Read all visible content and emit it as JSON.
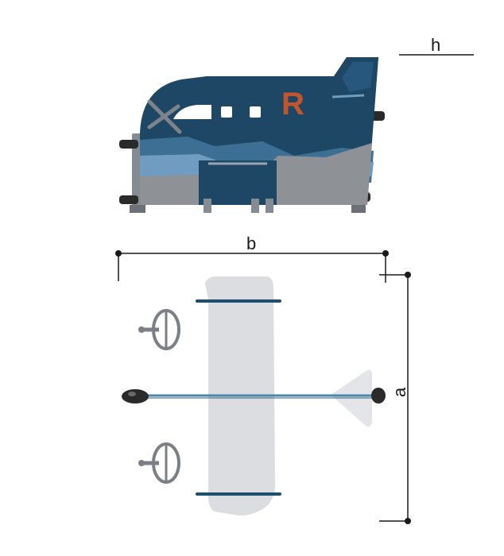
{
  "dimensions": {
    "height_label": "h",
    "width_label": "b",
    "length_label": "a"
  },
  "logo": {
    "letter": "R"
  },
  "colors": {
    "body_navy": "#1e4766",
    "body_mid_blue": "#3d6f95",
    "body_light_blue": "#6f9cc0",
    "body_grey": "#8e9196",
    "logo_orange": "#c2552c",
    "post_grey": "#858b92",
    "handle_black": "#2a2a2a",
    "wing_fill": "#dcdde1",
    "wing_strap": "#1d4f6f",
    "tail_fill": "#e4e5e8",
    "steering_wheel": "#7b8087",
    "fuselage_line": "#4c86ac",
    "dimension_line": "#1a1a1a"
  }
}
